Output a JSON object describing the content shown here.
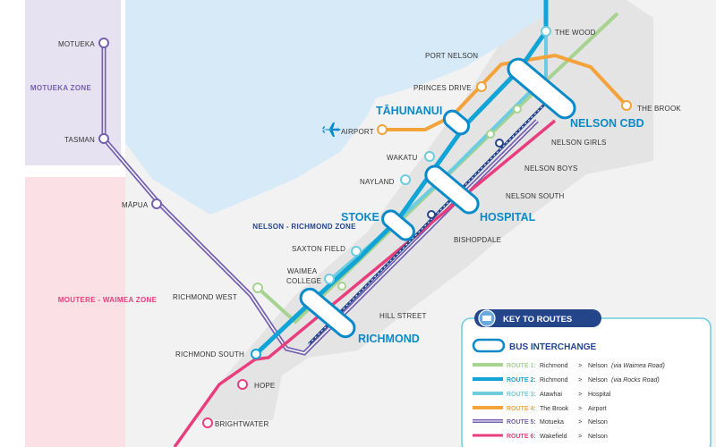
{
  "colors": {
    "sea": "#d7eaf8",
    "land": "#e8e8e8",
    "zone_motueka": "#e6e2f2",
    "zone_moutere": "#fbe1e6",
    "route1": "#a6d38f",
    "route2": "#11a4d6",
    "route3": "#6dcce0",
    "route4": "#f4a23a",
    "route5": "#7461b0",
    "route6": "#e83e7d",
    "interchange": "#0a8ac8"
  },
  "zones": {
    "motueka": "MOTUEKA ZONE",
    "moutere": "MOUTERE - WAIMEA ZONE",
    "nelson_richmond": "NELSON - RICHMOND ZONE"
  },
  "hubs": {
    "nelson_cbd": "NELSON CBD",
    "tahunanui": "TĀHUNANUI",
    "stoke": "STOKE",
    "hospital": "HOSPITAL",
    "richmond": "RICHMOND"
  },
  "stops": {
    "the_wood": "THE WOOD",
    "port_nelson": "PORT NELSON",
    "princes_drive": "PRINCES DRIVE",
    "the_brook": "THE BROOK",
    "airport": "AIRPORT",
    "nelson_girls": "NELSON GIRLS",
    "wakatu": "WAKATU",
    "nelson_boys": "NELSON BOYS",
    "nayland": "NAYLAND",
    "nelson_south": "NELSON SOUTH",
    "bishopdale": "BISHOPDALE",
    "saxton_field": "SAXTON FIELD",
    "waimea_college_1": "WAIMEA",
    "waimea_college_2": "COLLEGE",
    "richmond_west": "RICHMOND WEST",
    "hill_street": "HILL STREET",
    "richmond_south": "RICHMOND SOUTH",
    "hope": "HOPE",
    "brightwater": "BRIGHTWATER",
    "motueka": "MOTUEKA",
    "tasman": "TASMAN",
    "mapua": "MĀPUA"
  },
  "icons": {
    "airport": "plane-icon",
    "key": "bus-icon"
  },
  "key": {
    "title": "KEY TO ROUTES",
    "interchange_label": "BUS INTERCHANGE",
    "routes": [
      {
        "label": "ROUTE 1:",
        "from": "Richmond",
        "arrow": ">",
        "to": "Nelson",
        "via": "(via Waimea Road)"
      },
      {
        "label": "ROUTE 2:",
        "from": "Richmond",
        "arrow": ">",
        "to": "Nelson",
        "via": "(via Rocks Road)"
      },
      {
        "label": "ROUTE 3:",
        "from": "Atawhai",
        "arrow": ">",
        "to": "Hospital",
        "via": ""
      },
      {
        "label": "ROUTE 4:",
        "from": "The Brook",
        "arrow": ">",
        "to": "Airport",
        "via": ""
      },
      {
        "label": "ROUTE 5:",
        "from": "Motueka",
        "arrow": ">",
        "to": "Nelson",
        "via": ""
      },
      {
        "label": "ROUTE 6:",
        "from": "Wakefield",
        "arrow": ">",
        "to": "Nelson",
        "via": ""
      }
    ]
  }
}
